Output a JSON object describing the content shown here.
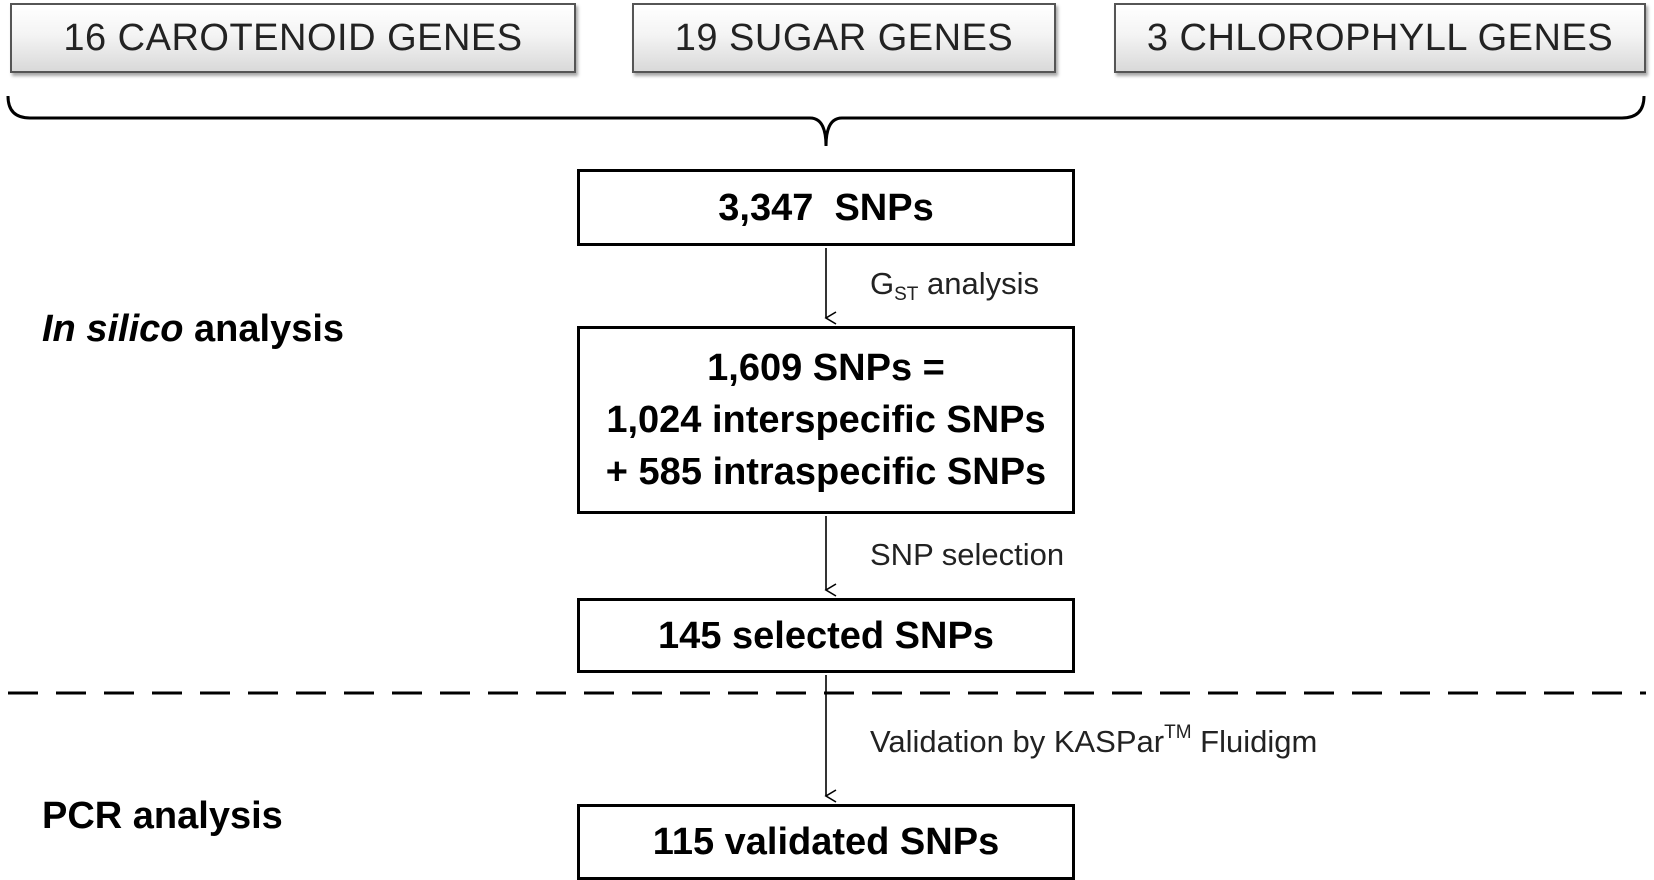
{
  "gene_groups": [
    {
      "label": "16 CAROTENOID GENES"
    },
    {
      "label": "19 SUGAR GENES"
    },
    {
      "label": "3 CHLOROPHYLL GENES"
    }
  ],
  "boxes": {
    "total": {
      "text": "3,347  SNPs"
    },
    "gst_result": {
      "line1": "1,609 SNPs =",
      "line2": "1,024 interspecific SNPs",
      "line3": "+ 585 intraspecific SNPs"
    },
    "selected": {
      "text": "145 selected SNPs"
    },
    "validated": {
      "text": "115 validated SNPs"
    }
  },
  "steps": {
    "gst": {
      "prefix": "G",
      "subscript": "ST",
      "suffix": " analysis"
    },
    "selection": {
      "text": "SNP selection"
    },
    "validation": {
      "prefix": "Validation by KASPar",
      "superscript": "TM",
      "suffix": " Fluidigm"
    }
  },
  "sections": {
    "in_silico": {
      "italic": "In silico",
      "rest": " analysis"
    },
    "pcr": {
      "text": "PCR analysis"
    }
  }
}
